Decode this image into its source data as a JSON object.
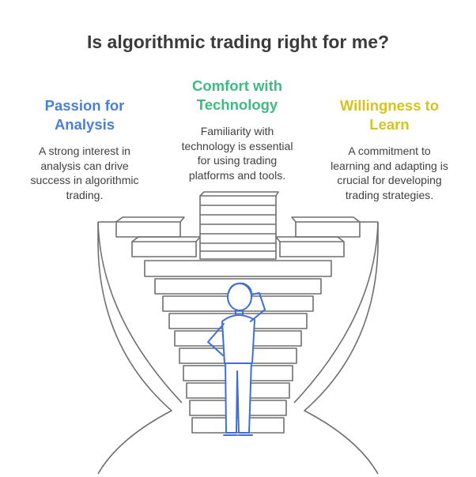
{
  "title": "Is algorithmic trading right for me?",
  "colors": {
    "passion": "#4a7fd8",
    "comfort": "#3fba83",
    "willingness": "#d6c41c",
    "stroke": "#6f6f6f",
    "figure": "#3f6fd6"
  },
  "columns": [
    {
      "heading": [
        "Passion for",
        "Analysis"
      ],
      "description": [
        "A strong interest in",
        "analysis can drive",
        "success in algorithmic",
        "trading."
      ]
    },
    {
      "heading": [
        "Comfort with",
        "Technology"
      ],
      "description": [
        "Familiarity with",
        "technology is essential",
        "for using trading",
        "platforms and tools."
      ]
    },
    {
      "heading": [
        "Willingness to",
        "Learn"
      ],
      "description": [
        "A commitment to",
        "learning and adapting is",
        "crucial for developing",
        "trading strategies."
      ]
    }
  ],
  "icons": [
    "staircase-illustration",
    "thinking-person-icon"
  ]
}
